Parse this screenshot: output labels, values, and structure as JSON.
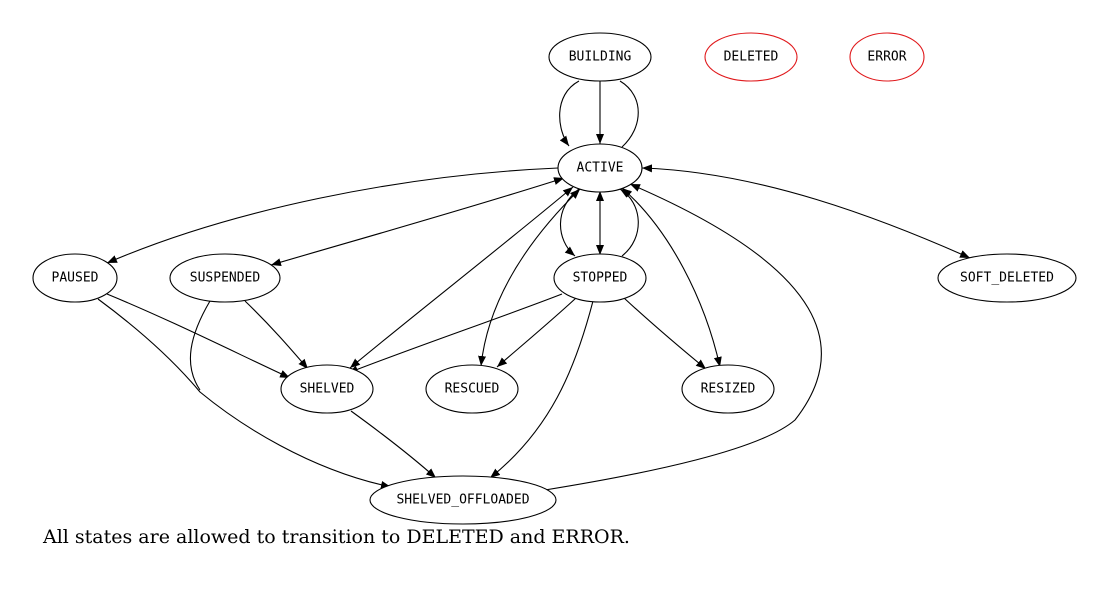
{
  "caption": "All states are allowed to transition to DELETED and ERROR.",
  "colors": {
    "normal": "#000000",
    "highlight": "#e0191c"
  },
  "nodes": [
    {
      "id": "building",
      "label": "BUILDING",
      "style": "normal"
    },
    {
      "id": "deleted",
      "label": "DELETED",
      "style": "highlight"
    },
    {
      "id": "error",
      "label": "ERROR",
      "style": "highlight"
    },
    {
      "id": "active",
      "label": "ACTIVE",
      "style": "normal"
    },
    {
      "id": "paused",
      "label": "PAUSED",
      "style": "normal"
    },
    {
      "id": "suspended",
      "label": "SUSPENDED",
      "style": "normal"
    },
    {
      "id": "stopped",
      "label": "STOPPED",
      "style": "normal"
    },
    {
      "id": "soft_deleted",
      "label": "SOFT_DELETED",
      "style": "normal"
    },
    {
      "id": "shelved",
      "label": "SHELVED",
      "style": "normal"
    },
    {
      "id": "rescued",
      "label": "RESCUED",
      "style": "normal"
    },
    {
      "id": "resized",
      "label": "RESIZED",
      "style": "normal"
    },
    {
      "id": "shelved_offloaded",
      "label": "SHELVED_OFFLOADED",
      "style": "normal"
    }
  ],
  "edges": [
    {
      "from": "building",
      "to": "active",
      "type": "forward"
    },
    {
      "from": "building",
      "to": "active",
      "type": "forward"
    },
    {
      "from": "building",
      "to": "active",
      "type": "forward"
    },
    {
      "from": "active",
      "to": "paused",
      "type": "forward"
    },
    {
      "from": "active",
      "to": "suspended",
      "type": "both"
    },
    {
      "from": "active",
      "to": "stopped",
      "type": "both"
    },
    {
      "from": "active",
      "to": "stopped",
      "type": "forward"
    },
    {
      "from": "stopped",
      "to": "active",
      "type": "forward"
    },
    {
      "from": "active",
      "to": "soft_deleted",
      "type": "both"
    },
    {
      "from": "active",
      "to": "shelved",
      "type": "both"
    },
    {
      "from": "active",
      "to": "rescued",
      "type": "both"
    },
    {
      "from": "active",
      "to": "resized",
      "type": "both"
    },
    {
      "from": "paused",
      "to": "shelved",
      "type": "forward"
    },
    {
      "from": "paused",
      "to": "shelved_offloaded",
      "type": "forward"
    },
    {
      "from": "suspended",
      "to": "shelved",
      "type": "forward"
    },
    {
      "from": "suspended",
      "to": "shelved_offloaded",
      "type": "forward"
    },
    {
      "from": "stopped",
      "to": "shelved",
      "type": "forward"
    },
    {
      "from": "stopped",
      "to": "rescued",
      "type": "forward"
    },
    {
      "from": "stopped",
      "to": "resized",
      "type": "forward"
    },
    {
      "from": "stopped",
      "to": "shelved_offloaded",
      "type": "forward"
    },
    {
      "from": "shelved",
      "to": "shelved_offloaded",
      "type": "forward"
    },
    {
      "from": "shelved_offloaded",
      "to": "active",
      "type": "forward"
    }
  ]
}
